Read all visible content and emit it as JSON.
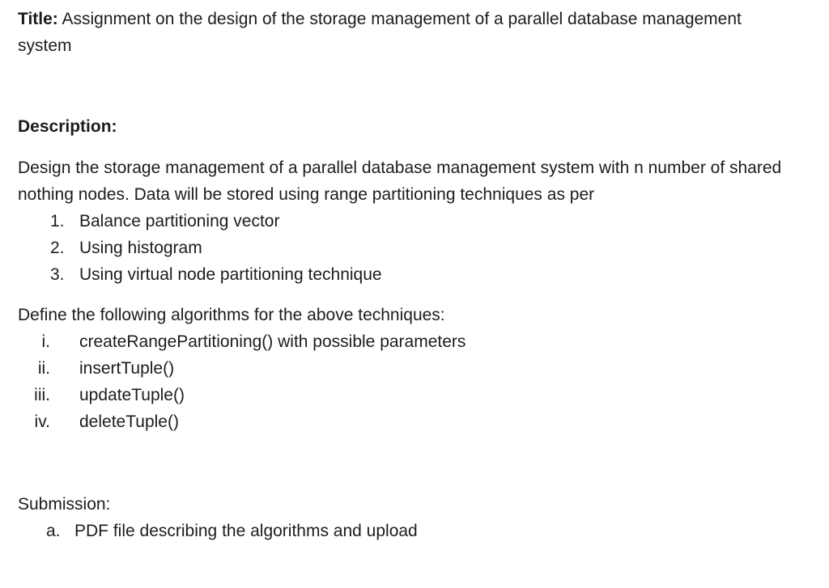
{
  "document": {
    "title": {
      "label": "Title:",
      "text": "Assignment on the design of the storage management of a parallel database management system"
    },
    "description": {
      "heading": "Description:",
      "intro": "Design the storage management of a parallel database management system with n number of shared nothing nodes. Data will be stored using range partitioning techniques as per",
      "techniques": [
        {
          "marker": "1.",
          "text": "Balance partitioning vector"
        },
        {
          "marker": "2.",
          "text": "Using histogram"
        },
        {
          "marker": "3.",
          "text": "Using virtual node partitioning technique"
        }
      ],
      "algorithms_intro": "Define the following algorithms for the above techniques:",
      "algorithms": [
        {
          "marker": "i.",
          "text": "createRangePartitioning() with possible parameters"
        },
        {
          "marker": "ii.",
          "text": "insertTuple()"
        },
        {
          "marker": "iii.",
          "text": "updateTuple()"
        },
        {
          "marker": "iv.",
          "text": "deleteTuple()"
        }
      ]
    },
    "submission": {
      "heading": "Submission:",
      "items": [
        {
          "marker": "a.",
          "text": "PDF file describing the algorithms and upload"
        }
      ]
    }
  }
}
